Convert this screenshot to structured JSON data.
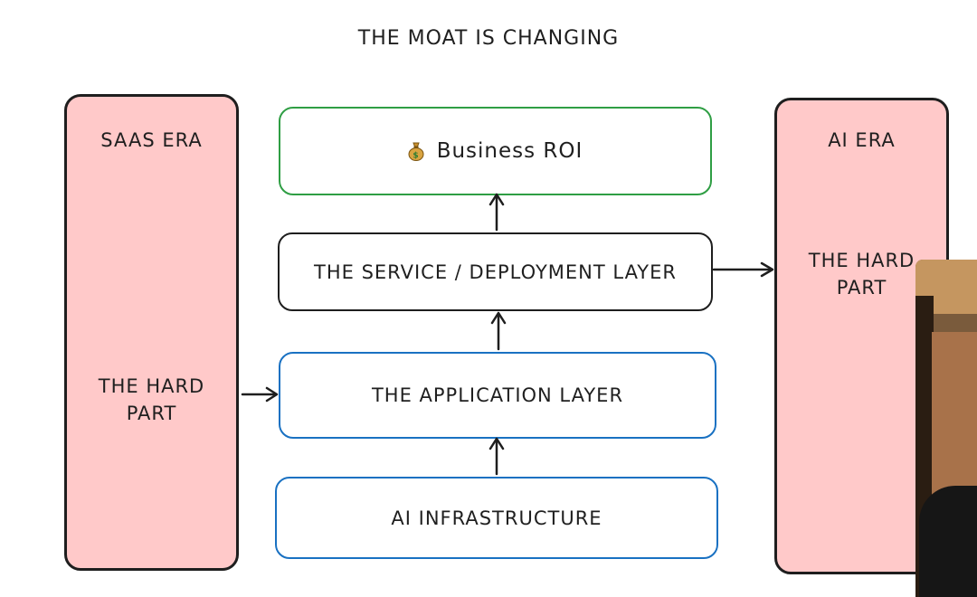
{
  "diagram": {
    "title": "THE MOAT IS CHANGING",
    "saas_era": {
      "title": "SAAS ERA",
      "hard_part_line1": "THE HARD",
      "hard_part_line2": "PART"
    },
    "ai_era": {
      "title": "AI ERA",
      "hard_part_line1": "THE HARD",
      "hard_part_line2": "PART"
    },
    "layers": {
      "roi": "Business ROI",
      "service": "THE SERVICE / DEPLOYMENT LAYER",
      "application": "THE APPLICATION LAYER",
      "infrastructure": "AI INFRASTRUCTURE"
    },
    "icons": {
      "roi": "money-bag-icon"
    },
    "colors": {
      "era_fill": "#ffc9c9",
      "roi_border": "#2f9e44",
      "service_border": "#1e1e1e",
      "application_border": "#1971c2",
      "infrastructure_border": "#1971c2"
    }
  }
}
